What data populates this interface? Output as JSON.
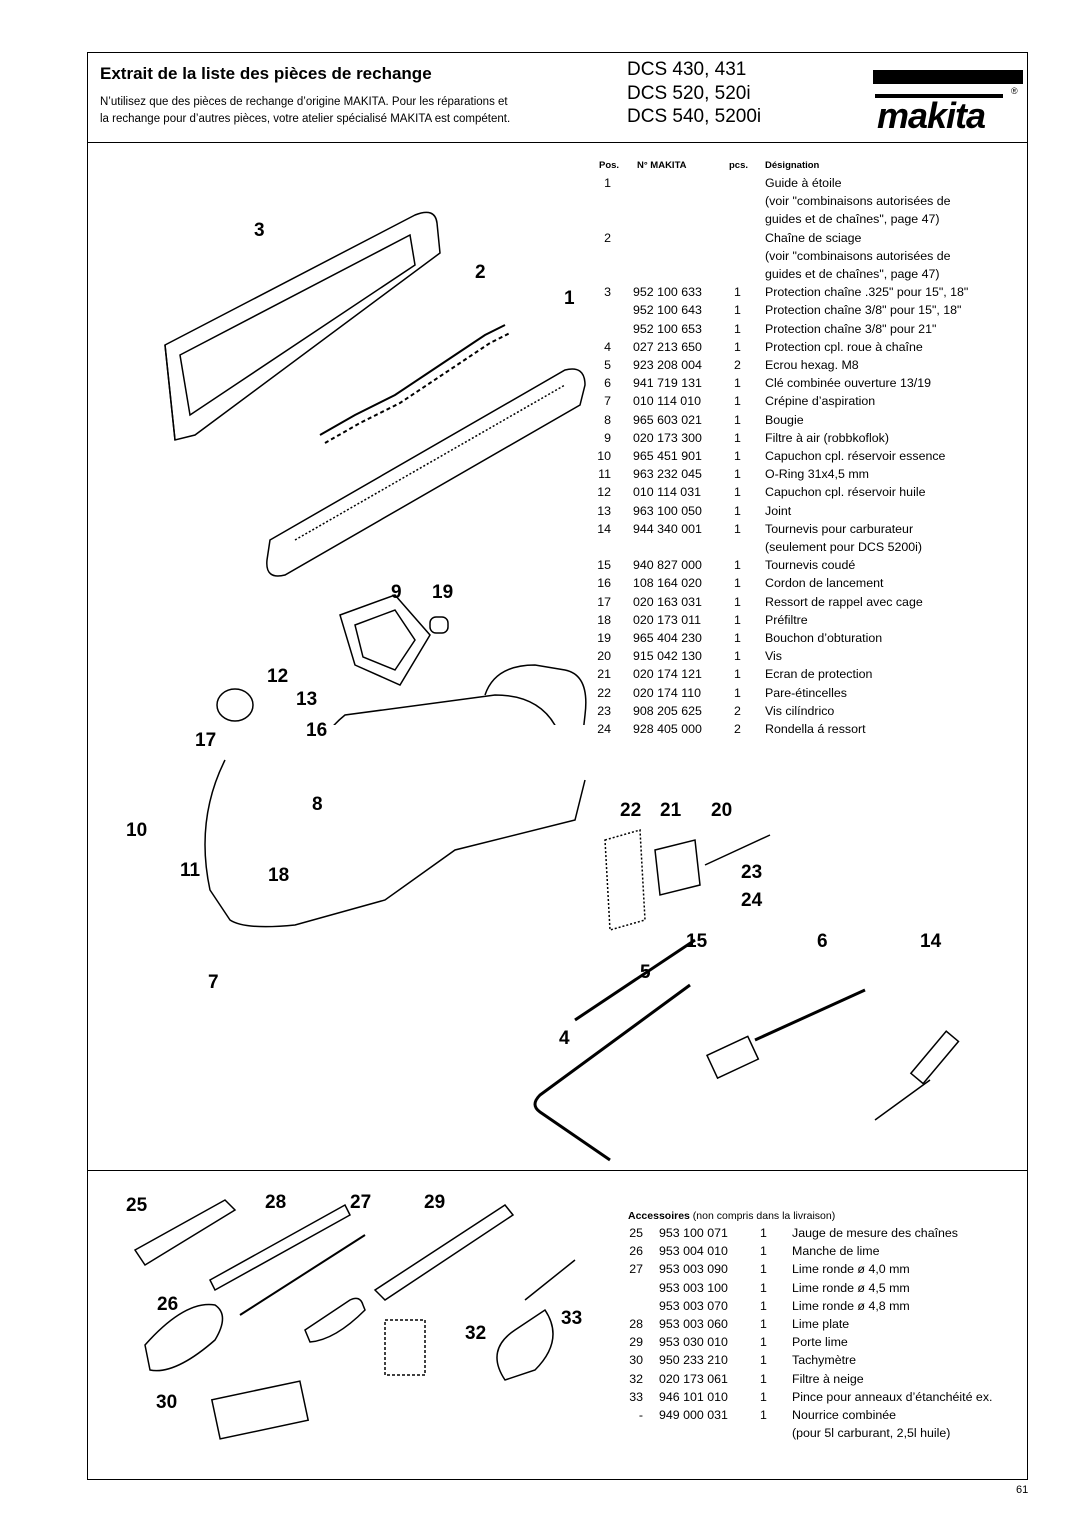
{
  "header": {
    "title": "Extrait de la liste des pièces de rechange",
    "subtitle_line1": "N’utilisez que des pièces de rechange d’origine MAKITA. Pour les réparations et",
    "subtitle_line2": "la rechange pour d’autres pièces, votre atelier spécialisé MAKITA est compétent.",
    "models": [
      "DCS 430, 431",
      "DCS 520, 520i",
      "DCS 540, 5200i"
    ],
    "brand": "makita",
    "registered": "®"
  },
  "table": {
    "headers": {
      "pos": "Pos.",
      "makita": "N° MAKITA",
      "pcs": "pcs.",
      "designation": "Désignation"
    },
    "rows": [
      {
        "pos": "1",
        "no": "",
        "pcs": "",
        "desc": "Guide à étoile"
      },
      {
        "pos": "",
        "no": "",
        "pcs": "",
        "desc": "(voir \"combinaisons autorisées de"
      },
      {
        "pos": "",
        "no": "",
        "pcs": "",
        "desc": "guides et de chaînes\", page 47)"
      },
      {
        "pos": "2",
        "no": "",
        "pcs": "",
        "desc": "Chaîne de sciage"
      },
      {
        "pos": "",
        "no": "",
        "pcs": "",
        "desc": "(voir \"combinaisons autorisées de"
      },
      {
        "pos": "",
        "no": "",
        "pcs": "",
        "desc": "guides et de chaînes\", page 47)"
      },
      {
        "pos": "3",
        "no": "952 100 633",
        "pcs": "1",
        "desc": "Protection chaîne .325\" pour 15\", 18\""
      },
      {
        "pos": "",
        "no": "952 100 643",
        "pcs": "1",
        "desc": "Protection chaîne 3/8\" pour 15\", 18\""
      },
      {
        "pos": "",
        "no": "952 100 653",
        "pcs": "1",
        "desc": "Protection chaîne 3/8\" pour 21\""
      },
      {
        "pos": "4",
        "no": "027 213 650",
        "pcs": "1",
        "desc": "Protection cpl. roue à chaîne"
      },
      {
        "pos": "5",
        "no": "923 208 004",
        "pcs": "2",
        "desc": "Ecrou hexag. M8"
      },
      {
        "pos": "6",
        "no": "941 719 131",
        "pcs": "1",
        "desc": "Clé combinée ouverture 13/19"
      },
      {
        "pos": "7",
        "no": "010 114 010",
        "pcs": "1",
        "desc": "Crépine d’aspiration"
      },
      {
        "pos": "8",
        "no": "965 603 021",
        "pcs": "1",
        "desc": "Bougie"
      },
      {
        "pos": "9",
        "no": "020 173 300",
        "pcs": "1",
        "desc": "Filtre à air (robbkoflok)"
      },
      {
        "pos": "10",
        "no": "965 451 901",
        "pcs": "1",
        "desc": "Capuchon cpl. réservoir essence"
      },
      {
        "pos": "11",
        "no": "963 232 045",
        "pcs": "1",
        "desc": "O-Ring 31x4,5 mm"
      },
      {
        "pos": "12",
        "no": "010 114 031",
        "pcs": "1",
        "desc": "Capuchon cpl. réservoir huile"
      },
      {
        "pos": "13",
        "no": "963 100 050",
        "pcs": "1",
        "desc": "Joint"
      },
      {
        "pos": "14",
        "no": "944 340 001",
        "pcs": "1",
        "desc": "Tournevis pour carburateur"
      },
      {
        "pos": "",
        "no": "",
        "pcs": "",
        "desc": "(seulement pour DCS 5200i)"
      },
      {
        "pos": "15",
        "no": "940 827 000",
        "pcs": "1",
        "desc": "Tournevis coudé"
      },
      {
        "pos": "16",
        "no": "108 164 020",
        "pcs": "1",
        "desc": "Cordon de lancement"
      },
      {
        "pos": "17",
        "no": "020 163 031",
        "pcs": "1",
        "desc": "Ressort de rappel avec cage"
      },
      {
        "pos": "18",
        "no": "020 173 011",
        "pcs": "1",
        "desc": "Préfiltre"
      },
      {
        "pos": "19",
        "no": "965 404 230",
        "pcs": "1",
        "desc": "Bouchon d’obturation"
      },
      {
        "pos": "20",
        "no": "915 042 130",
        "pcs": "1",
        "desc": "Vis"
      },
      {
        "pos": "21",
        "no": "020 174 121",
        "pcs": "1",
        "desc": "Ecran de protection"
      },
      {
        "pos": "22",
        "no": "020 174 110",
        "pcs": "1",
        "desc": "Pare-étincelles"
      },
      {
        "pos": "23",
        "no": "908 205 625",
        "pcs": "2",
        "desc": "Vis cilíndrico"
      },
      {
        "pos": "24",
        "no": "928 405 000",
        "pcs": "2",
        "desc": "Rondella á ressort"
      }
    ]
  },
  "accessories": {
    "title_bold": "Accessoires",
    "title_rest": " (non compris dans la livraison)",
    "rows": [
      {
        "pos": "25",
        "no": "953 100 071",
        "pcs": "1",
        "desc": "Jauge de mesure des chaînes"
      },
      {
        "pos": "26",
        "no": "953 004 010",
        "pcs": "1",
        "desc": "Manche de lime"
      },
      {
        "pos": "27",
        "no": "953 003 090",
        "pcs": "1",
        "desc": "Lime ronde  ø 4,0 mm"
      },
      {
        "pos": "",
        "no": "953 003 100",
        "pcs": "1",
        "desc": "Lime ronde  ø 4,5 mm"
      },
      {
        "pos": "",
        "no": "953 003 070",
        "pcs": "1",
        "desc": "Lime ronde  ø 4,8 mm"
      },
      {
        "pos": "28",
        "no": "953 003 060",
        "pcs": "1",
        "desc": "Lime plate"
      },
      {
        "pos": "29",
        "no": "953 030 010",
        "pcs": "1",
        "desc": "Porte lime"
      },
      {
        "pos": "30",
        "no": "950 233 210",
        "pcs": "1",
        "desc": "Tachymètre"
      },
      {
        "pos": "32",
        "no": "020 173 061",
        "pcs": "1",
        "desc": "Filtre à neige"
      },
      {
        "pos": "33",
        "no": "946 101 010",
        "pcs": "1",
        "desc": "Pince pour anneaux d’étanchéité ex."
      },
      {
        "pos": "-",
        "no": "949 000 031",
        "pcs": "1",
        "desc": "Nourrice combinée"
      },
      {
        "pos": "",
        "no": "",
        "pcs": "",
        "desc": "(pour 5l carburant, 2,5l huile)"
      }
    ]
  },
  "callouts": [
    "1",
    "2",
    "3",
    "4",
    "5",
    "6",
    "7",
    "8",
    "9",
    "10",
    "11",
    "12",
    "13",
    "14",
    "15",
    "16",
    "17",
    "18",
    "19",
    "20",
    "21",
    "22",
    "23",
    "24",
    "25",
    "26",
    "27",
    "28",
    "29",
    "30",
    "32",
    "33"
  ],
  "page_number": "61"
}
